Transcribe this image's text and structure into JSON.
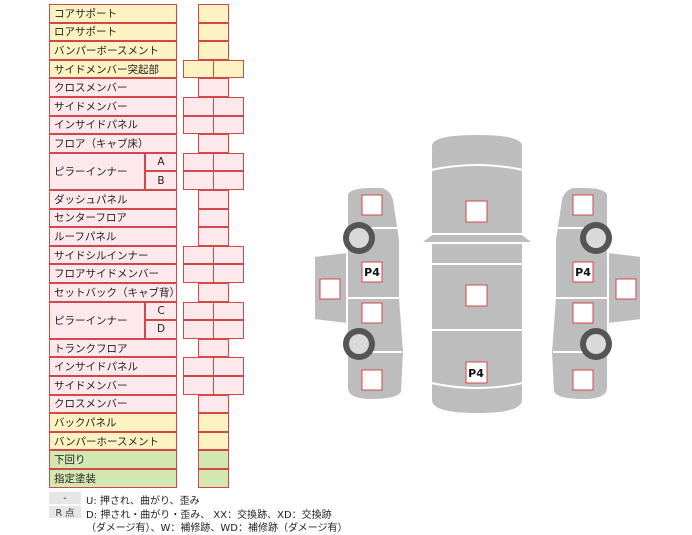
{
  "table": {
    "rows": [
      {
        "label": "コアサポート",
        "color": "y",
        "cells": 1
      },
      {
        "label": "ロアサポート",
        "color": "y",
        "cells": 1
      },
      {
        "label": "バンパーボースメント",
        "color": "y",
        "cells": 1
      },
      {
        "label": "サイドメンバー突起部",
        "color": "y",
        "cells": 2
      },
      {
        "label": "クロスメンバー",
        "color": "p",
        "cells": 1
      },
      {
        "label": "サイドメンバー",
        "color": "p",
        "cells": 2
      },
      {
        "label": "インサイドパネル",
        "color": "p",
        "cells": 2
      },
      {
        "label": "フロア（キャブ床）",
        "color": "p",
        "cells": 1
      },
      {
        "label": "ピラーインナー",
        "color": "p",
        "cells": 2,
        "subs": [
          "A",
          "B"
        ]
      },
      {
        "label": "ダッシュパネル",
        "color": "p",
        "cells": 1
      },
      {
        "label": "センターフロア",
        "color": "p",
        "cells": 1
      },
      {
        "label": "ルーフパネル",
        "color": "p",
        "cells": 1
      },
      {
        "label": "サイドシルインナー",
        "color": "p",
        "cells": 2
      },
      {
        "label": "フロアサイドメンバー",
        "color": "p",
        "cells": 2
      },
      {
        "label": "セットバック（キャブ背）",
        "color": "p",
        "cells": 1
      },
      {
        "label": "ピラーインナー",
        "color": "p",
        "cells": 2,
        "subs": [
          "C",
          "D"
        ]
      },
      {
        "label": "トランクフロア",
        "color": "p",
        "cells": 1
      },
      {
        "label": "インサイドパネル",
        "color": "p",
        "cells": 2
      },
      {
        "label": "サイドメンバー",
        "color": "p",
        "cells": 2
      },
      {
        "label": "クロスメンバー",
        "color": "p",
        "cells": 1
      },
      {
        "label": "バックパネル",
        "color": "y",
        "cells": 1
      },
      {
        "label": "バンパーホースメント",
        "color": "y",
        "cells": 1
      },
      {
        "label": "下回り",
        "color": "g",
        "cells": 1
      },
      {
        "label": "指定塗装",
        "color": "g",
        "cells": 1
      }
    ]
  },
  "legend": {
    "items": [
      {
        "key": "-",
        "text": "U: 押され、曲がり、歪み"
      },
      {
        "key": "R 点",
        "text": "D: 押され・曲がり・歪み、 XX：交換跡、XD：交換跡"
      },
      {
        "key": "",
        "text": "（ダメージ有）、W：補修跡、WD：補修跡（ダメージ有）"
      }
    ]
  },
  "diagram": {
    "body_color": "#bdbdbd",
    "marker_color": "#d24848",
    "labels": {
      "left_p4": "P4",
      "right_p4": "P4",
      "center_p4": "P4"
    }
  }
}
